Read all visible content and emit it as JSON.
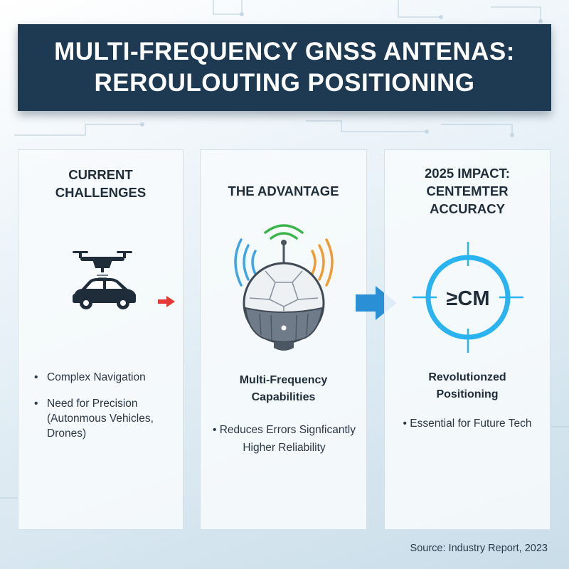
{
  "title": {
    "line1": "MULTI-FREQUENCY GNSS ANTENAS:",
    "line2": "REROULOUTING POSITIONING"
  },
  "panels": {
    "challenges": {
      "title_line1": "CURRENT",
      "title_line2": "CHALLENGES",
      "bullets": [
        "Complex Navigation",
        "Need for Precision",
        "(Autonmous Vehicles,",
        "Drones)"
      ],
      "icons": [
        "drone-icon",
        "car-icon"
      ]
    },
    "advantage": {
      "title": "THE ADVANTAGE",
      "subtitle_line1": "Multi-Frequency",
      "subtitle_line2": "Capabilities",
      "bullet": "Reduces Errors Signficantly",
      "bullet_cont": "Higher Reliability",
      "icons": [
        "gnss-antenna-icon",
        "signal-waves-icon"
      ],
      "colors": {
        "wave_blue": "#3ea6e6",
        "wave_green": "#39b54a",
        "wave_orange": "#f29a2e"
      }
    },
    "impact": {
      "title_line1": "2025 IMPACT:",
      "title_line2": "CENTEMTER",
      "title_line3": "ACCURACY",
      "target_label": "≥CM",
      "subtitle_line1": "Revolutionzed",
      "subtitle_line2": "Positioning",
      "bullet": "Essential for Future Tech",
      "icons": [
        "crosshair-target-icon"
      ],
      "colors": {
        "ring": "#29b3f0"
      }
    }
  },
  "arrows": {
    "small_arrow_color": "#e53935",
    "big_arrow_color": "#2b8fd6"
  },
  "banner_color": "#1e3a52",
  "source": "Source: Industry Report, 2023"
}
